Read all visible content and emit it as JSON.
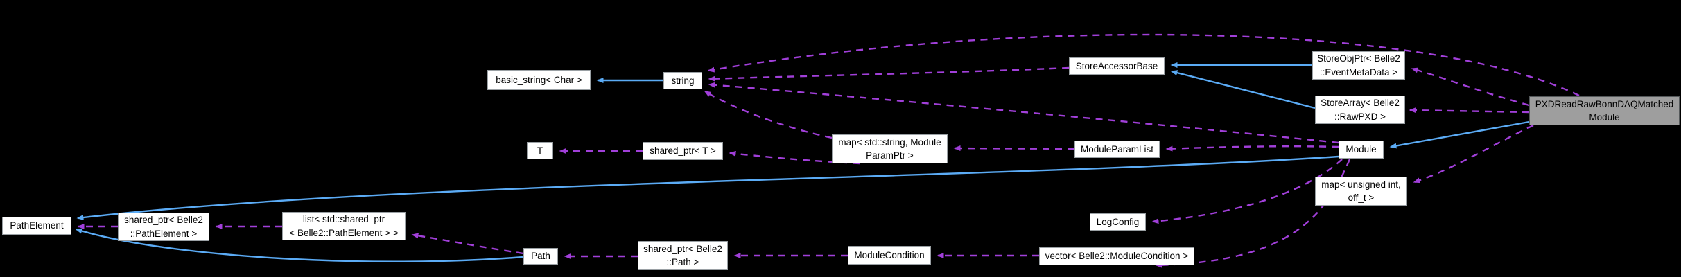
{
  "diagram": {
    "type": "doxygen-collaboration-graph",
    "colors": {
      "background": "#000000",
      "inheritance_edge": "#5babf5",
      "usage_edge": "#a13fd9",
      "node_fill": "#ffffff",
      "node_border": "#9aa0a4",
      "highlight_node_fill": "#9e9e9e",
      "node_text": "#000000"
    },
    "nodes": {
      "basic_string": {
        "label": "basic_string< Char >"
      },
      "string": {
        "label": "string"
      },
      "store_accessor_base": {
        "label": "StoreAccessorBase"
      },
      "store_obj_ptr": {
        "label": "StoreObjPtr< Belle2\n::EventMetaData >"
      },
      "store_array": {
        "label": "StoreArray< Belle2\n::RawPXD >"
      },
      "main": {
        "label": "PXDReadRawBonnDAQMatched\nModule"
      },
      "t": {
        "label": "T"
      },
      "shared_ptr_t": {
        "label": "shared_ptr< T >"
      },
      "map_param": {
        "label": "map< std::string, Module\nParamPtr >"
      },
      "module_param_list": {
        "label": "ModuleParamList"
      },
      "module": {
        "label": "Module"
      },
      "map_off": {
        "label": "map< unsigned int,\noff_t >"
      },
      "path_element": {
        "label": "PathElement"
      },
      "shared_ptr_path_element": {
        "label": "shared_ptr< Belle2\n::PathElement >"
      },
      "list_shared_ptr": {
        "label": "list< std::shared_ptr\n< Belle2::PathElement > >"
      },
      "path": {
        "label": "Path"
      },
      "shared_ptr_path": {
        "label": "shared_ptr< Belle2\n::Path >"
      },
      "module_condition": {
        "label": "ModuleCondition"
      },
      "vector_condition": {
        "label": "vector< Belle2::ModuleCondition >"
      },
      "log_config": {
        "label": "LogConfig"
      }
    },
    "edges": [
      {
        "from": "string",
        "to": "basic_string",
        "type": "inheritance"
      },
      {
        "from": "store_obj_ptr",
        "to": "store_accessor_base",
        "type": "inheritance"
      },
      {
        "from": "store_array",
        "to": "store_accessor_base",
        "type": "inheritance"
      },
      {
        "from": "main",
        "to": "module",
        "type": "inheritance"
      },
      {
        "from": "module",
        "to": "path_element",
        "type": "inheritance"
      },
      {
        "from": "path",
        "to": "path_element",
        "type": "inheritance"
      },
      {
        "from": "main",
        "to": "string",
        "type": "usage"
      },
      {
        "from": "main",
        "to": "store_obj_ptr",
        "type": "usage"
      },
      {
        "from": "main",
        "to": "store_array",
        "type": "usage"
      },
      {
        "from": "main",
        "to": "map_off",
        "type": "usage"
      },
      {
        "from": "store_accessor_base",
        "to": "string",
        "type": "usage"
      },
      {
        "from": "module",
        "to": "string",
        "type": "usage"
      },
      {
        "from": "map_param",
        "to": "string",
        "type": "usage"
      },
      {
        "from": "map_param",
        "to": "shared_ptr_t",
        "type": "usage"
      },
      {
        "from": "shared_ptr_t",
        "to": "t",
        "type": "usage"
      },
      {
        "from": "module_param_list",
        "to": "map_param",
        "type": "usage"
      },
      {
        "from": "module",
        "to": "module_param_list",
        "type": "usage"
      },
      {
        "from": "module",
        "to": "log_config",
        "type": "usage"
      },
      {
        "from": "module",
        "to": "vector_condition",
        "type": "usage"
      },
      {
        "from": "vector_condition",
        "to": "module_condition",
        "type": "usage"
      },
      {
        "from": "module_condition",
        "to": "shared_ptr_path",
        "type": "usage"
      },
      {
        "from": "shared_ptr_path",
        "to": "path",
        "type": "usage"
      },
      {
        "from": "path",
        "to": "list_shared_ptr",
        "type": "usage"
      },
      {
        "from": "list_shared_ptr",
        "to": "shared_ptr_path_element",
        "type": "usage"
      },
      {
        "from": "shared_ptr_path_element",
        "to": "path_element",
        "type": "usage"
      }
    ]
  }
}
